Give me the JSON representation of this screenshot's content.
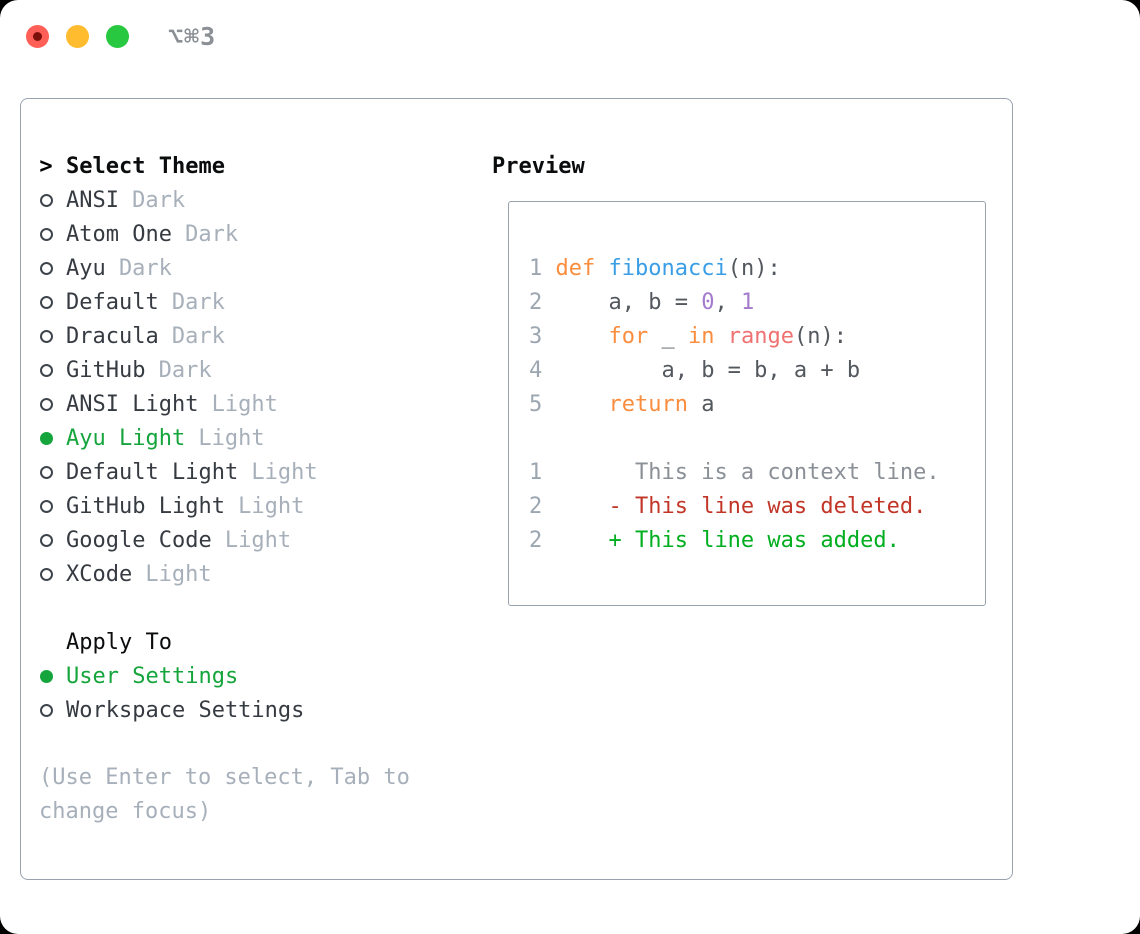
{
  "window": {
    "shortcut": "⌥⌘3",
    "traffic_lights": [
      "close",
      "minimize",
      "zoom"
    ]
  },
  "theme_panel": {
    "prompt": ">",
    "title": "Select Theme",
    "themes": [
      {
        "name": "ANSI",
        "variant": "Dark",
        "selected": false
      },
      {
        "name": "Atom One",
        "variant": "Dark",
        "selected": false
      },
      {
        "name": "Ayu",
        "variant": "Dark",
        "selected": false
      },
      {
        "name": "Default",
        "variant": "Dark",
        "selected": false
      },
      {
        "name": "Dracula",
        "variant": "Dark",
        "selected": false
      },
      {
        "name": "GitHub",
        "variant": "Dark",
        "selected": false
      },
      {
        "name": "ANSI Light",
        "variant": "Light",
        "selected": false
      },
      {
        "name": "Ayu Light",
        "variant": "Light",
        "selected": true
      },
      {
        "name": "Default Light",
        "variant": "Light",
        "selected": false
      },
      {
        "name": "GitHub Light",
        "variant": "Light",
        "selected": false
      },
      {
        "name": "Google Code",
        "variant": "Light",
        "selected": false
      },
      {
        "name": "XCode",
        "variant": "Light",
        "selected": false
      }
    ],
    "apply_to": {
      "title": "Apply To",
      "options": [
        {
          "label": "User Settings",
          "selected": true
        },
        {
          "label": "Workspace Settings",
          "selected": false
        }
      ]
    },
    "hint": "(Use Enter to select, Tab to change focus)"
  },
  "preview": {
    "title": "Preview",
    "code_lines": [
      {
        "num": "1",
        "tokens": [
          {
            "t": "def",
            "c": "keyword"
          },
          {
            "t": " ",
            "c": "plain"
          },
          {
            "t": "fibonacci",
            "c": "function"
          },
          {
            "t": "(n):",
            "c": "plain"
          }
        ]
      },
      {
        "num": "2",
        "tokens": [
          {
            "t": "    a, b = ",
            "c": "plain"
          },
          {
            "t": "0",
            "c": "number"
          },
          {
            "t": ", ",
            "c": "plain"
          },
          {
            "t": "1",
            "c": "number"
          }
        ]
      },
      {
        "num": "3",
        "tokens": [
          {
            "t": "    ",
            "c": "plain"
          },
          {
            "t": "for",
            "c": "keyword"
          },
          {
            "t": " _ ",
            "c": "plain"
          },
          {
            "t": "in",
            "c": "keyword"
          },
          {
            "t": " ",
            "c": "plain"
          },
          {
            "t": "range",
            "c": "builtin"
          },
          {
            "t": "(n):",
            "c": "plain"
          }
        ]
      },
      {
        "num": "4",
        "tokens": [
          {
            "t": "        a, b = b, a + b",
            "c": "plain"
          }
        ]
      },
      {
        "num": "5",
        "tokens": [
          {
            "t": "    ",
            "c": "plain"
          },
          {
            "t": "return",
            "c": "keyword"
          },
          {
            "t": " a",
            "c": "plain"
          }
        ]
      }
    ],
    "diff_lines": [
      {
        "num": "1",
        "kind": "context",
        "text": "      This is a context line."
      },
      {
        "num": "2",
        "kind": "deleted",
        "text": "    - This line was deleted."
      },
      {
        "num": "2",
        "kind": "added",
        "text": "    + This line was added."
      }
    ]
  },
  "colors": {
    "green": "#16A53C",
    "keyword": "#FA8D3E",
    "function": "#399EE6",
    "number": "#A37ACC",
    "builtin": "#F07171",
    "plain": "#53585E",
    "lineno": "#9BA6B0",
    "context": "#8A9096",
    "deleted": "#C23628",
    "added": "#00AE1F",
    "muted": "#A7B0BA",
    "text": "#363B42",
    "title": "#0A0C0E",
    "border": "#99A3AE",
    "red_light": "#FF5F57",
    "yellow_light": "#FEBC2E",
    "green_light": "#28C840",
    "dot": "#7C100A",
    "shortcut": "#8A9095"
  }
}
